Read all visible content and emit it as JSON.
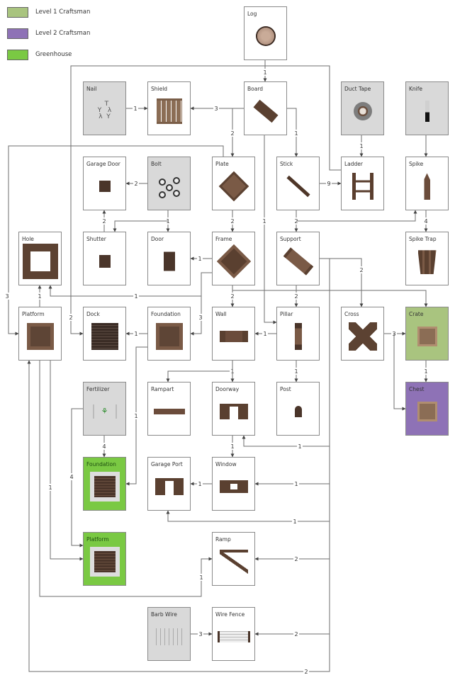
{
  "legend": [
    {
      "label": "Level 1 Craftsman",
      "color": "#a9c47f"
    },
    {
      "label": "Level 2 Craftsman",
      "color": "#8e72b6"
    },
    {
      "label": "Greenhouse",
      "color": "#7ac943"
    }
  ],
  "nodes": [
    {
      "id": "log",
      "label": "Log",
      "kind": "plain",
      "icon": "log"
    },
    {
      "id": "nail",
      "label": "Nail",
      "kind": "base",
      "icon": "nail"
    },
    {
      "id": "shield",
      "label": "Shield",
      "kind": "plain",
      "icon": "shield"
    },
    {
      "id": "board",
      "label": "Board",
      "kind": "plain",
      "icon": "board"
    },
    {
      "id": "ducttape",
      "label": "Duct Tape",
      "kind": "base",
      "icon": "tape"
    },
    {
      "id": "knife",
      "label": "Knife",
      "kind": "base",
      "icon": "knife"
    },
    {
      "id": "garagedoor",
      "label": "Garage Door",
      "kind": "plain",
      "icon": "garage"
    },
    {
      "id": "bolt",
      "label": "Bolt",
      "kind": "base",
      "icon": "bolt"
    },
    {
      "id": "plate",
      "label": "Plate",
      "kind": "plain",
      "icon": "plate"
    },
    {
      "id": "stick",
      "label": "Stick",
      "kind": "plain",
      "icon": "stick"
    },
    {
      "id": "ladder",
      "label": "Ladder",
      "kind": "plain",
      "icon": "ladder"
    },
    {
      "id": "spike",
      "label": "Spike",
      "kind": "plain",
      "icon": "spike"
    },
    {
      "id": "hole",
      "label": "Hole",
      "kind": "plain",
      "icon": "hole"
    },
    {
      "id": "shutter",
      "label": "Shutter",
      "kind": "plain",
      "icon": "shutter"
    },
    {
      "id": "door",
      "label": "Door",
      "kind": "plain",
      "icon": "door"
    },
    {
      "id": "frame",
      "label": "Frame",
      "kind": "plain",
      "icon": "frame"
    },
    {
      "id": "support",
      "label": "Support",
      "kind": "plain",
      "icon": "support"
    },
    {
      "id": "spiketrap",
      "label": "Spike Trap",
      "kind": "plain",
      "icon": "spiketrap"
    },
    {
      "id": "platform",
      "label": "Platform",
      "kind": "plain",
      "icon": "platform"
    },
    {
      "id": "dock",
      "label": "Dock",
      "kind": "plain",
      "icon": "dock"
    },
    {
      "id": "foundation",
      "label": "Foundation",
      "kind": "plain",
      "icon": "foundation"
    },
    {
      "id": "wall",
      "label": "Wall",
      "kind": "plain",
      "icon": "wall"
    },
    {
      "id": "pillar",
      "label": "Pillar",
      "kind": "plain",
      "icon": "pillar"
    },
    {
      "id": "cross",
      "label": "Cross",
      "kind": "plain",
      "icon": "cross"
    },
    {
      "id": "crate",
      "label": "Crate",
      "kind": "l1",
      "icon": "crate"
    },
    {
      "id": "fertilizer",
      "label": "Fertilizer",
      "kind": "base",
      "icon": "fertilizer"
    },
    {
      "id": "rampart",
      "label": "Rampart",
      "kind": "plain",
      "icon": "rampart"
    },
    {
      "id": "doorway",
      "label": "Doorway",
      "kind": "plain",
      "icon": "doorway"
    },
    {
      "id": "post",
      "label": "Post",
      "kind": "plain",
      "icon": "post"
    },
    {
      "id": "chest",
      "label": "Chest",
      "kind": "l2",
      "icon": "chest"
    },
    {
      "id": "foundation_gh",
      "label": "Foundation",
      "kind": "gh",
      "icon": "gh"
    },
    {
      "id": "garageport",
      "label": "Garage Port",
      "kind": "plain",
      "icon": "garageport"
    },
    {
      "id": "window",
      "label": "Window",
      "kind": "plain",
      "icon": "window"
    },
    {
      "id": "platform_gh",
      "label": "Platform",
      "kind": "gh",
      "icon": "gh"
    },
    {
      "id": "ramp",
      "label": "Ramp",
      "kind": "plain",
      "icon": "ramp"
    },
    {
      "id": "barbwire",
      "label": "Barb Wire",
      "kind": "base",
      "icon": "barbwire"
    },
    {
      "id": "wirefence",
      "label": "Wire Fence",
      "kind": "plain",
      "icon": "wirefence"
    }
  ],
  "edges": [
    {
      "from": "log",
      "to": "board",
      "qty": "1"
    },
    {
      "from": "board",
      "to": "shield",
      "qty": "3"
    },
    {
      "from": "nail",
      "to": "shield",
      "qty": "1"
    },
    {
      "from": "board",
      "to": "plate",
      "qty": "2"
    },
    {
      "from": "board",
      "to": "stick",
      "qty": "1"
    },
    {
      "from": "board",
      "to": "pillar",
      "qty": "1"
    },
    {
      "from": "ducttape",
      "to": "ladder",
      "qty": "1"
    },
    {
      "from": "knife",
      "to": "spike",
      "qty": ""
    },
    {
      "from": "stick",
      "to": "ladder",
      "qty": "9"
    },
    {
      "from": "ladder",
      "to": "dock",
      "qty": "2"
    },
    {
      "from": "plate",
      "to": "platform",
      "qty": "3"
    },
    {
      "from": "bolt",
      "to": "garagedoor",
      "qty": "2"
    },
    {
      "from": "bolt",
      "to": "door",
      "qty": "1"
    },
    {
      "from": "bolt",
      "to": "shutter",
      "qty": ""
    },
    {
      "from": "shutter",
      "to": "garagedoor",
      "qty": "2"
    },
    {
      "from": "plate",
      "to": "frame",
      "qty": "2"
    },
    {
      "from": "stick",
      "to": "support",
      "qty": "2"
    },
    {
      "from": "stick",
      "to": "spike",
      "qty": ""
    },
    {
      "from": "spike",
      "to": "spiketrap",
      "qty": "4"
    },
    {
      "from": "frame",
      "to": "door",
      "qty": "1"
    },
    {
      "from": "frame",
      "to": "hole",
      "qty": "1"
    },
    {
      "from": "frame",
      "to": "foundation",
      "qty": "3"
    },
    {
      "from": "platform",
      "to": "hole",
      "qty": "1"
    },
    {
      "from": "foundation",
      "to": "dock",
      "qty": "1"
    },
    {
      "from": "frame",
      "to": "wall",
      "qty": "2"
    },
    {
      "from": "frame",
      "to": "crate",
      "qty": ""
    },
    {
      "from": "support",
      "to": "pillar",
      "qty": "2"
    },
    {
      "from": "support",
      "to": "cross",
      "qty": "2"
    },
    {
      "from": "pillar",
      "to": "wall",
      "qty": "1"
    },
    {
      "from": "pillar",
      "to": "post",
      "qty": "1"
    },
    {
      "from": "cross",
      "to": "crate",
      "qty": "3"
    },
    {
      "from": "cross",
      "to": "chest",
      "qty": ""
    },
    {
      "from": "crate",
      "to": "chest",
      "qty": "1"
    },
    {
      "from": "wall",
      "to": "rampart",
      "qty": "1"
    },
    {
      "from": "wall",
      "to": "doorway",
      "qty": ""
    },
    {
      "from": "foundation",
      "to": "foundation_gh",
      "qty": "1"
    },
    {
      "from": "fertilizer",
      "to": "foundation_gh",
      "qty": "4"
    },
    {
      "from": "fertilizer",
      "to": "platform_gh",
      "qty": "4"
    },
    {
      "from": "platform",
      "to": "platform_gh",
      "qty": "1"
    },
    {
      "from": "platform",
      "to": "ramp",
      "qty": "1"
    },
    {
      "from": "support",
      "to": "platform",
      "qty": "2"
    },
    {
      "from": "doorway",
      "to": "window",
      "qty": "1"
    },
    {
      "from": "support",
      "to": "doorway",
      "qty": "1"
    },
    {
      "from": "support",
      "to": "window",
      "qty": "1"
    },
    {
      "from": "window",
      "to": "garageport",
      "qty": "1"
    },
    {
      "from": "support",
      "to": "garageport",
      "qty": "1"
    },
    {
      "from": "support",
      "to": "ramp",
      "qty": "2"
    },
    {
      "from": "barbwire",
      "to": "wirefence",
      "qty": "3"
    },
    {
      "from": "support",
      "to": "wirefence",
      "qty": "2"
    }
  ]
}
